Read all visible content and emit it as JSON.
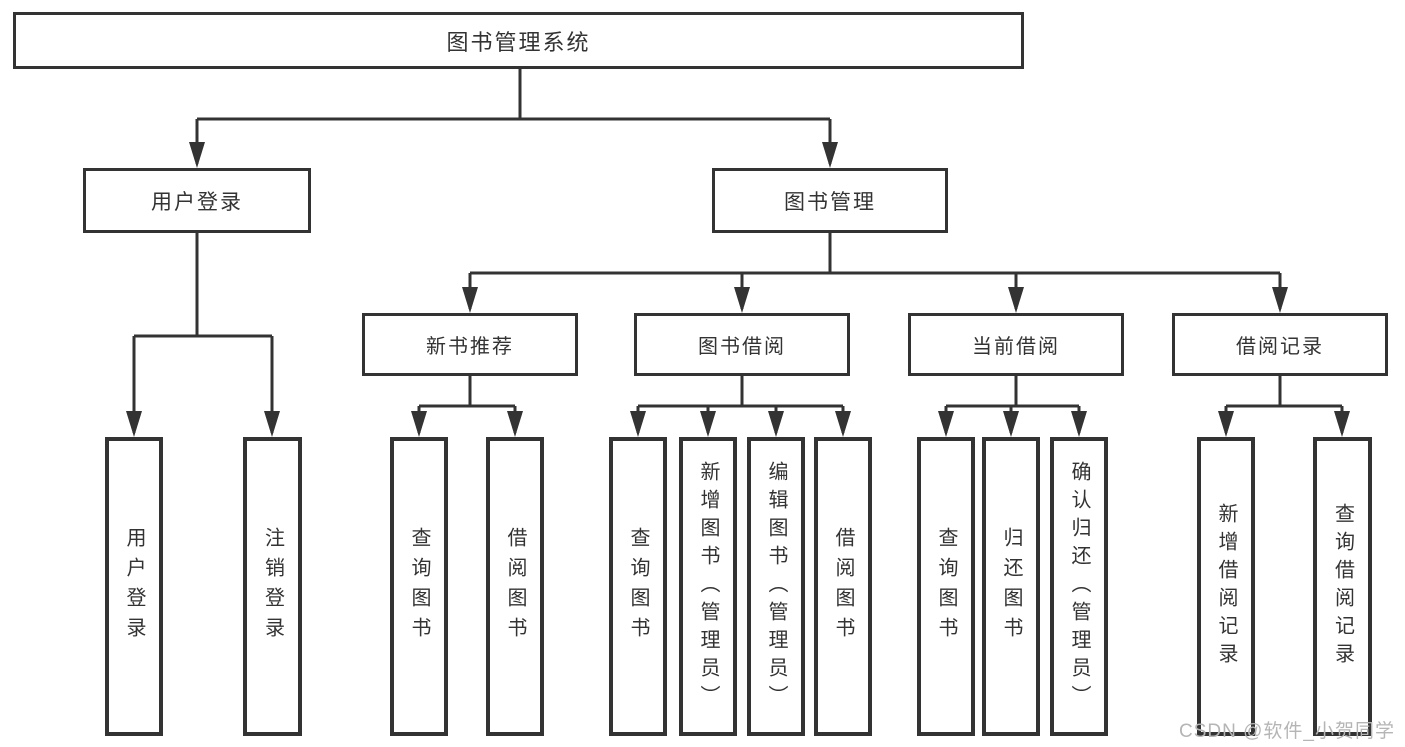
{
  "diagram": {
    "root": {
      "label": "图书管理系统"
    },
    "level1": [
      {
        "label": "用户登录",
        "leaves": [
          {
            "label": "用户登录"
          },
          {
            "label": "注销登录"
          }
        ]
      },
      {
        "label": "图书管理",
        "sections": [
          {
            "label": "新书推荐",
            "leaves": [
              {
                "label": "查询图书"
              },
              {
                "label": "借阅图书"
              }
            ]
          },
          {
            "label": "图书借阅",
            "leaves": [
              {
                "label": "查询图书"
              },
              {
                "label": "新增图书（管理员）"
              },
              {
                "label": "编辑图书（管理员）"
              },
              {
                "label": "借阅图书"
              }
            ]
          },
          {
            "label": "当前借阅",
            "leaves": [
              {
                "label": "查询图书"
              },
              {
                "label": "归还图书"
              },
              {
                "label": "确认归还（管理员）"
              }
            ]
          },
          {
            "label": "借阅记录",
            "leaves": [
              {
                "label": "新增借阅记录"
              },
              {
                "label": "查询借阅记录"
              }
            ]
          }
        ]
      }
    ]
  },
  "watermark": {
    "text": "CSDN @软件_小贺同学"
  },
  "colors": {
    "line": "#333333",
    "box_border": "#333333",
    "text": "#333333",
    "watermark": "#b5b5b5",
    "background": "#ffffff"
  }
}
